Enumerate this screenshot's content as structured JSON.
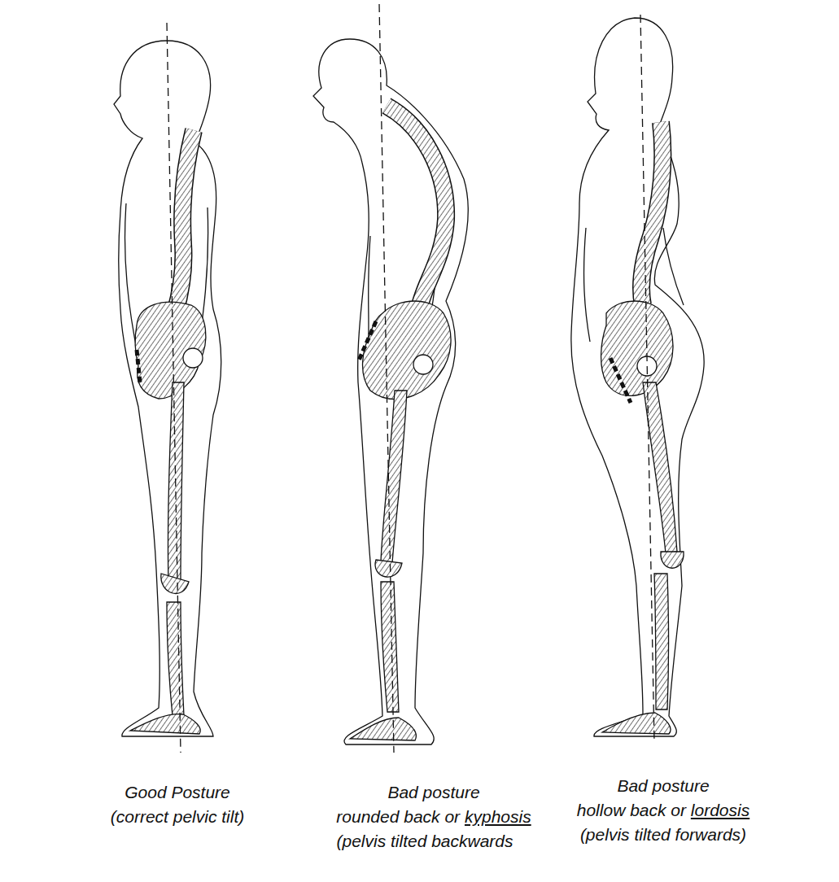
{
  "diagram": {
    "labels": [
      "Good Posture",
      "(correct pelvic tilt)",
      "Bad posture",
      "rounded back or kyphosis",
      "(pelvis tilted backwards",
      "Bad posture",
      "hollow back or lordosis",
      "(pelvis tilted forwards)"
    ]
  }
}
